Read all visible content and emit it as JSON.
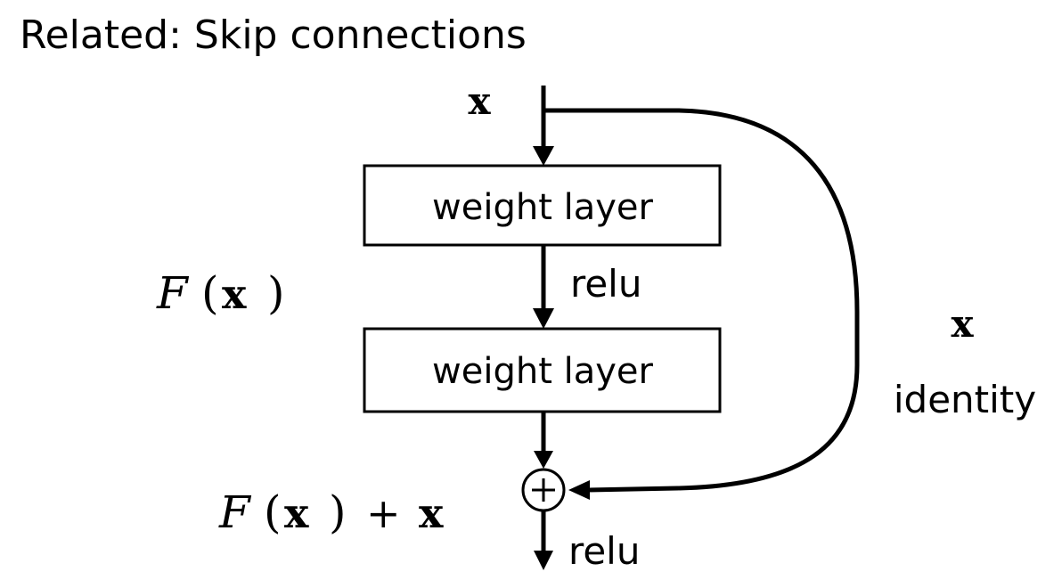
{
  "title": "Related: Skip connections",
  "diagram": {
    "input_label": "x",
    "block1_label": "weight layer",
    "relu1_label": "relu",
    "block2_label": "weight layer",
    "residual_script": "F",
    "residual_open": "(",
    "residual_var": "x",
    "residual_close": ")",
    "sum_script": "F",
    "sum_open": "(",
    "sum_var": "x",
    "sum_close": ")",
    "sum_plus": "+",
    "sum_x": "x",
    "identity_var": "x",
    "identity_label": "identity",
    "adder_symbol": "+",
    "relu2_label": "relu"
  }
}
